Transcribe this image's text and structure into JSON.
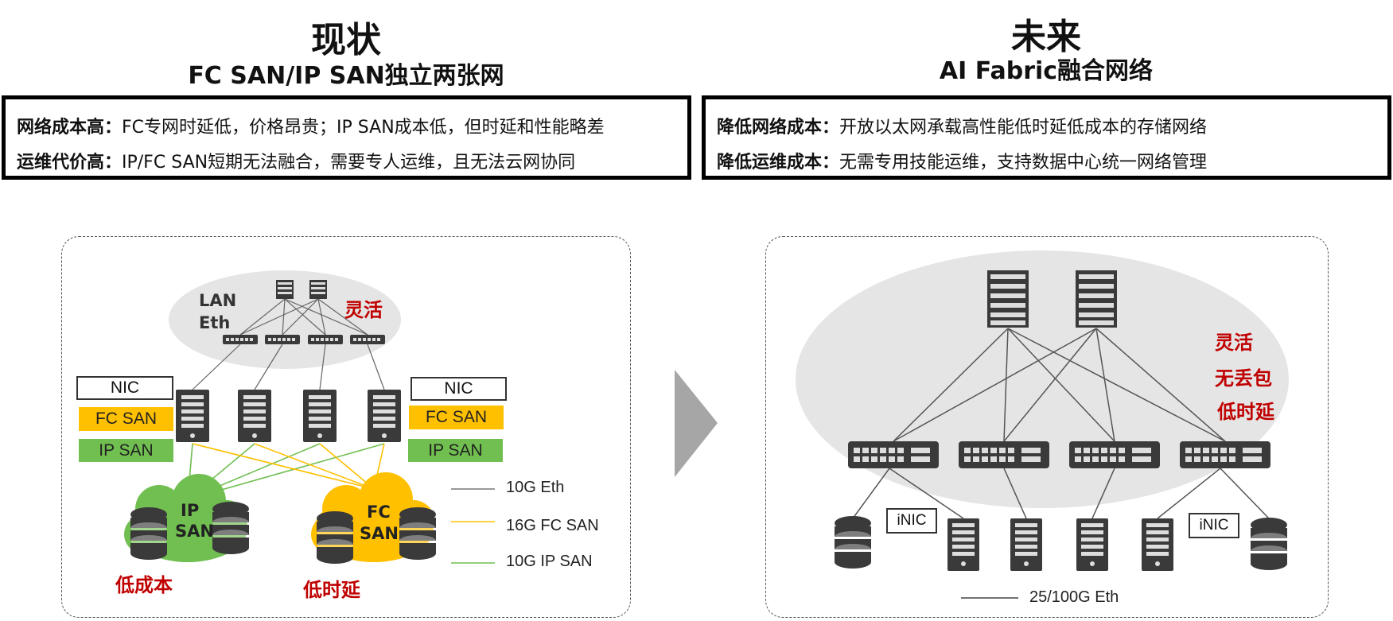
{
  "left": {
    "title": "现状",
    "subtitle": "FC SAN/IP SAN独立两张网",
    "desc": [
      {
        "key": "网络成本高：",
        "text": "FC专网时延低，价格昂贵；IP SAN成本低，但时延和性能略差"
      },
      {
        "key": "运维代价高：",
        "text": "IP/FC SAN短期无法融合，需要专人运维，且无法云网协同"
      }
    ],
    "lan_label": [
      "LAN",
      "Eth"
    ],
    "flex": "灵活",
    "nic": "NIC",
    "fc_san": "FC SAN",
    "ip_san": "IP SAN",
    "cloud_ip": [
      "IP",
      "SAN"
    ],
    "cloud_fc": [
      "FC",
      "SAN"
    ],
    "low_cost": "低成本",
    "low_latency": "低时延",
    "legend": [
      "10G Eth",
      "16G FC SAN",
      "10G IP SAN"
    ]
  },
  "right": {
    "title": "未来",
    "subtitle": "AI Fabric融合网络",
    "desc": [
      {
        "key": "降低网络成本：",
        "text": "开放以太网承载高性能低时延低成本的存储网络"
      },
      {
        "key": "降低运维成本：",
        "text": "无需专用技能运维，支持数据中心统一网络管理"
      }
    ],
    "features": [
      "灵活",
      "无丢包",
      "低时延"
    ],
    "inic": "iNIC",
    "legend": "25/100G Eth"
  },
  "colors": {
    "fc": "#ffc000",
    "ip": "#70bf50",
    "red": "#c00000",
    "device": "#3a3a3a"
  }
}
